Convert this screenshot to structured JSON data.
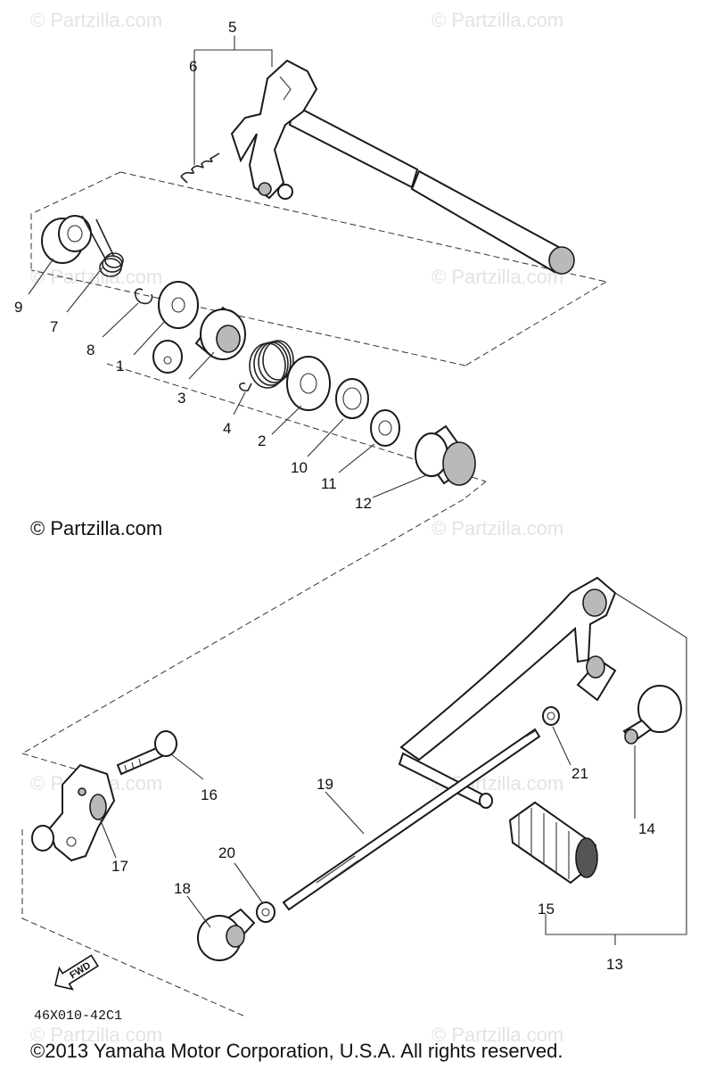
{
  "watermarks": {
    "text": "© Partzilla.com",
    "strong_text": "© Partzilla.com"
  },
  "callouts": {
    "c1": "1",
    "c2": "2",
    "c3": "3",
    "c4": "4",
    "c5": "5",
    "c6": "6",
    "c7": "7",
    "c8": "8",
    "c9": "9",
    "c10": "10",
    "c11": "11",
    "c12": "12",
    "c13": "13",
    "c14": "14",
    "c15": "15",
    "c16": "16",
    "c17": "17",
    "c18": "18",
    "c19": "19",
    "c20": "20",
    "c21": "21"
  },
  "fwd_label": "FWD",
  "diagram_code": "46X010-42C1",
  "copyright": "©2013 Yamaha Motor Corporation, U.S.A. All rights reserved."
}
